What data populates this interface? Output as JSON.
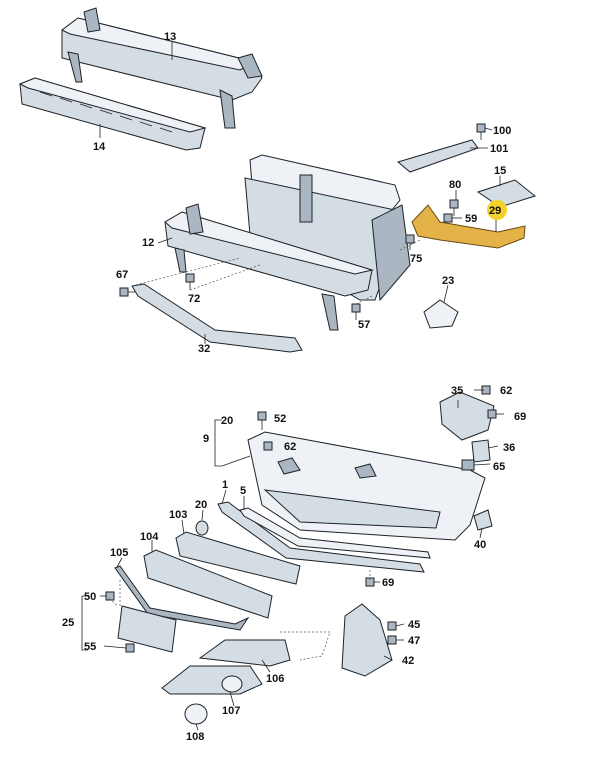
{
  "callouts": [
    {
      "id": "p13",
      "text": "13"
    },
    {
      "id": "p14",
      "text": "14"
    },
    {
      "id": "p100",
      "text": "100"
    },
    {
      "id": "p101",
      "text": "101"
    },
    {
      "id": "p15",
      "text": "15"
    },
    {
      "id": "p80",
      "text": "80"
    },
    {
      "id": "p29",
      "text": "29"
    },
    {
      "id": "p59",
      "text": "59"
    },
    {
      "id": "p12",
      "text": "12"
    },
    {
      "id": "p75",
      "text": "75"
    },
    {
      "id": "p67",
      "text": "67"
    },
    {
      "id": "p72",
      "text": "72"
    },
    {
      "id": "p23",
      "text": "23"
    },
    {
      "id": "p57",
      "text": "57"
    },
    {
      "id": "p32",
      "text": "32"
    },
    {
      "id": "p35",
      "text": "35"
    },
    {
      "id": "p62a",
      "text": "62"
    },
    {
      "id": "p69a",
      "text": "69"
    },
    {
      "id": "p52",
      "text": "52"
    },
    {
      "id": "p20a",
      "text": "20"
    },
    {
      "id": "p9",
      "text": "9"
    },
    {
      "id": "p62b",
      "text": "62"
    },
    {
      "id": "p36",
      "text": "36"
    },
    {
      "id": "p65",
      "text": "65"
    },
    {
      "id": "p1",
      "text": "1"
    },
    {
      "id": "p5",
      "text": "5"
    },
    {
      "id": "p20b",
      "text": "20"
    },
    {
      "id": "p103",
      "text": "103"
    },
    {
      "id": "p40",
      "text": "40"
    },
    {
      "id": "p104",
      "text": "104"
    },
    {
      "id": "p105",
      "text": "105"
    },
    {
      "id": "p69b",
      "text": "69"
    },
    {
      "id": "p50",
      "text": "50"
    },
    {
      "id": "p25",
      "text": "25"
    },
    {
      "id": "p45",
      "text": "45"
    },
    {
      "id": "p47",
      "text": "47"
    },
    {
      "id": "p55",
      "text": "55"
    },
    {
      "id": "p42",
      "text": "42"
    },
    {
      "id": "p106",
      "text": "106"
    },
    {
      "id": "p107",
      "text": "107"
    },
    {
      "id": "p108",
      "text": "108"
    }
  ],
  "highlighted_part": "29",
  "colors": {
    "highlight": "#e3b34a",
    "badge": "#f3d02a",
    "part": "#d4dce4",
    "outline": "#1e2328"
  }
}
